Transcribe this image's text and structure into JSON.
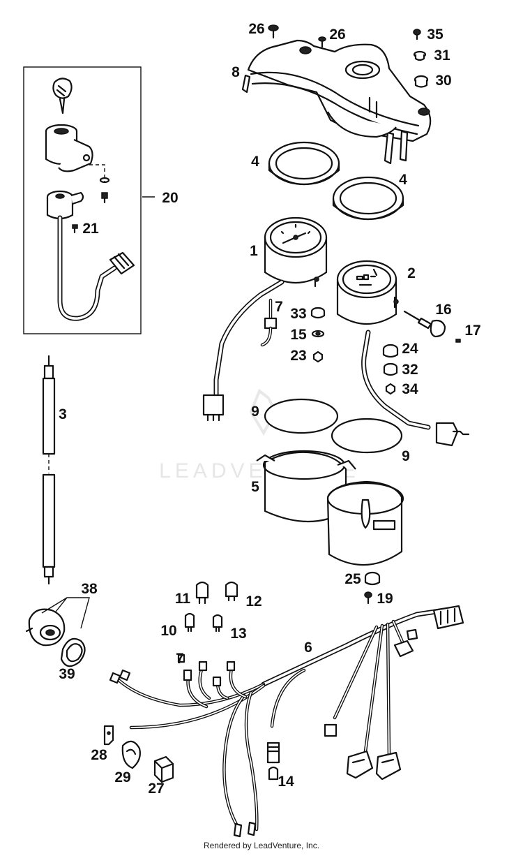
{
  "watermark_text": "LEADVENTURE",
  "footer_text": "Rendered by LeadVenture, Inc.",
  "callouts": {
    "c1": "1",
    "c2": "2",
    "c3": "3",
    "c4a": "4",
    "c4b": "4",
    "c5": "5",
    "c6": "6",
    "c7a": "7",
    "c7b": "7",
    "c8": "8",
    "c9a": "9",
    "c9b": "9",
    "c10": "10",
    "c11": "11",
    "c12": "12",
    "c13": "13",
    "c14": "14",
    "c15": "15",
    "c16": "16",
    "c17": "17",
    "c19": "19",
    "c20": "20",
    "c21": "21",
    "c23": "23",
    "c24": "24",
    "c25": "25",
    "c26a": "26",
    "c26b": "26",
    "c27": "27",
    "c28": "28",
    "c29": "29",
    "c30": "30",
    "c31": "31",
    "c32": "32",
    "c33": "33",
    "c34": "34",
    "c35": "35",
    "c38": "38",
    "c39": "39"
  }
}
